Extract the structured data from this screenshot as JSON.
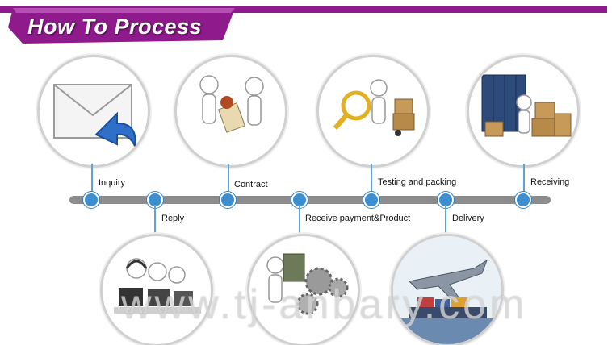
{
  "title": "How To Process",
  "steps": [
    {
      "label": "Inquiry",
      "icon": "envelope-reply-icon"
    },
    {
      "label": "Reply",
      "icon": "call-center-icon"
    },
    {
      "label": "Contract",
      "icon": "handshake-contract-icon"
    },
    {
      "label": "Receive payment&Product",
      "icon": "money-gears-icon"
    },
    {
      "label": "Testing and packing",
      "icon": "magnifier-boxes-icon"
    },
    {
      "label": "Delivery",
      "icon": "airplane-ship-icon"
    },
    {
      "label": "Receiving",
      "icon": "container-boxes-icon"
    }
  ],
  "watermark": "www.tj-anbary.com",
  "colors": {
    "banner": "#8e1a8c",
    "timeline": "#8c8c8c",
    "dot": "#3b8fd0"
  }
}
